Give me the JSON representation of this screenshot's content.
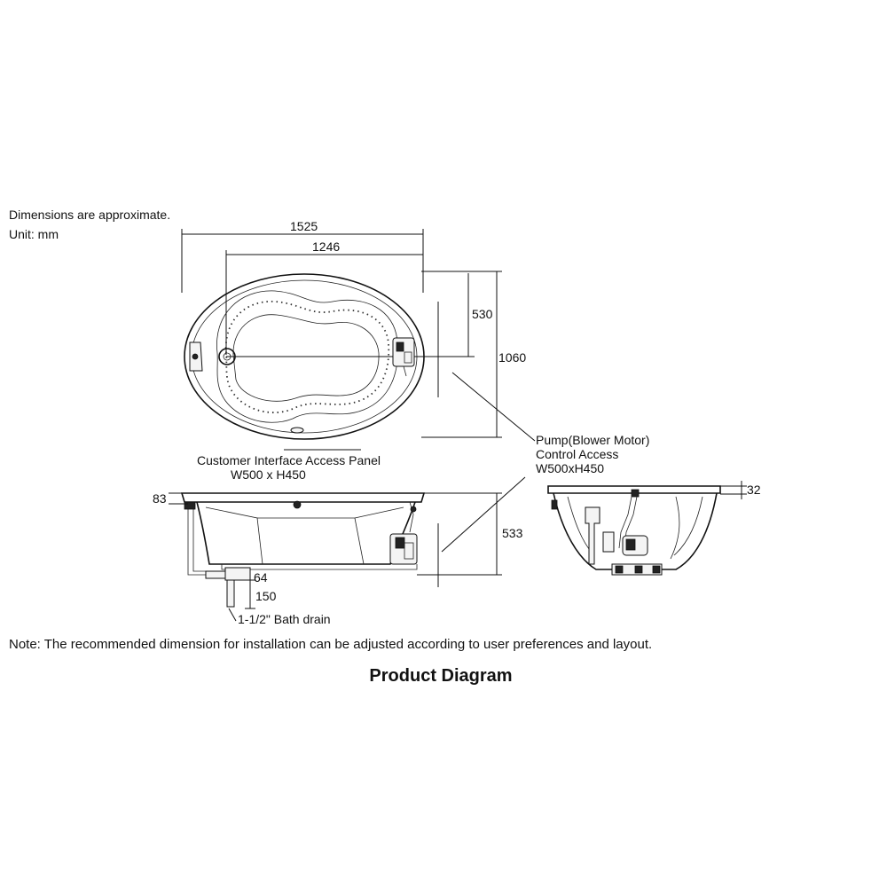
{
  "header": {
    "disclaimer": "Dimensions are approximate.",
    "unit": "Unit: mm"
  },
  "plan_view": {
    "overall_width": "1525",
    "inner_width": "1246",
    "overall_depth": "1060",
    "half_depth": "530"
  },
  "labels": {
    "access_panel_line1": "Customer Interface Access Panel",
    "access_panel_line2": "W500 x H450",
    "pump_line1": "Pump(Blower Motor)",
    "pump_line2": "Control Access",
    "pump_line3": "W500xH450",
    "drain": "1-1/2\" Bath drain"
  },
  "side_view": {
    "rim_height": "83",
    "overall_height": "533",
    "drain_offset": "64",
    "drain_depth": "150"
  },
  "end_view": {
    "rim_thickness": "32"
  },
  "footer": {
    "note": "Note: The recommended dimension for installation can be adjusted according to user preferences and layout.",
    "title": "Product Diagram"
  }
}
